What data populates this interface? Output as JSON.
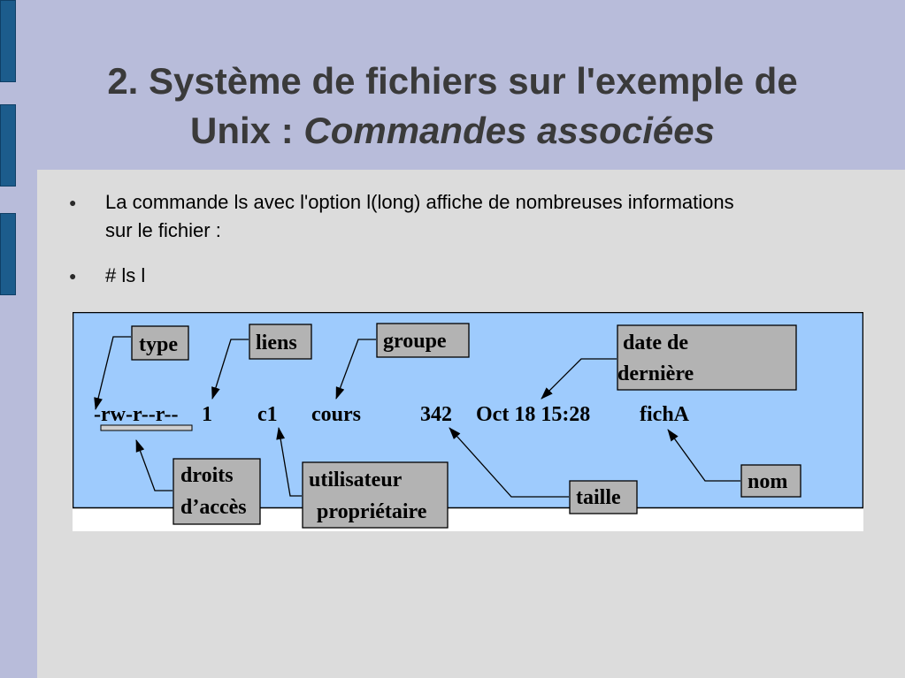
{
  "slide": {
    "title_line1": "2. Système de fichiers sur l'exemple de",
    "title_prefix": "Unix : ",
    "title_italic": "Commandes associées"
  },
  "bullets": [
    {
      "marker": "●",
      "text": "La commande ls avec l'option l(long) affiche de nombreuses informations sur le fichier :"
    },
    {
      "marker": "●",
      "text": "# ls l"
    }
  ],
  "diagram": {
    "listing": {
      "permissions": "-rw-r--r--",
      "links": "1",
      "owner": "c1",
      "group": "cours",
      "size": "342",
      "date": "Oct 18 15:28",
      "filename": "fichA"
    },
    "callouts": {
      "type": "type",
      "liens": "liens",
      "groupe": "groupe",
      "date_line1": "date de",
      "date_line2": "dernière",
      "droits_line1": "droits",
      "droits_line2": "d’accès",
      "utilisateur_line1": "utilisateur",
      "utilisateur_line2": "propriétaire",
      "taille": "taille",
      "nom": "nom"
    },
    "colors": {
      "background": "#9ecbfd",
      "callout_box": "#b3b3b3"
    }
  }
}
